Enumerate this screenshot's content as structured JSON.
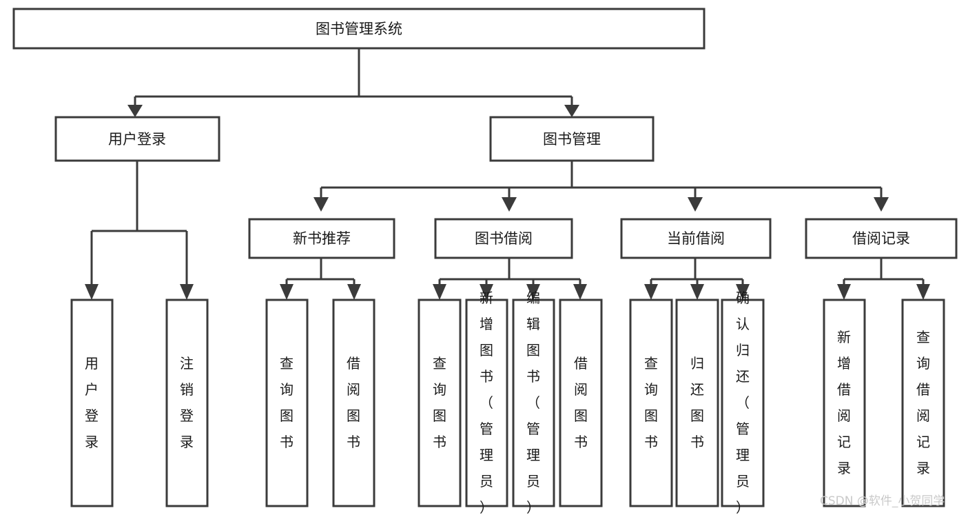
{
  "diagram": {
    "type": "tree-hierarchy",
    "title": "图书管理系统",
    "watermark": "CSDN @软件_小贺同学",
    "colors": {
      "stroke": "#3b3b3b",
      "fill": "#ffffff",
      "text": "#1a1a1a",
      "watermark": "#c9c9c9",
      "background": "#ffffff"
    },
    "root": {
      "label": "图书管理系统"
    },
    "level2": [
      {
        "label": "用户登录"
      },
      {
        "label": "图书管理"
      }
    ],
    "level3": [
      {
        "label": "新书推荐"
      },
      {
        "label": "图书借阅"
      },
      {
        "label": "当前借阅"
      },
      {
        "label": "借阅记录"
      }
    ],
    "leaves": {
      "user_login": [
        {
          "label": "用户登录"
        },
        {
          "label": "注销登录"
        }
      ],
      "new_book_recommend": [
        {
          "label": "查询图书"
        },
        {
          "label": "借阅图书"
        }
      ],
      "book_borrow": [
        {
          "label": "查询图书"
        },
        {
          "label": "新增图书（管理员）"
        },
        {
          "label": "编辑图书（管理员）"
        },
        {
          "label": "借阅图书"
        }
      ],
      "current_borrow": [
        {
          "label": "查询图书"
        },
        {
          "label": "归还图书"
        },
        {
          "label": "确认归还（管理员）"
        }
      ],
      "borrow_record": [
        {
          "label": "新增借阅记录"
        },
        {
          "label": "查询借阅记录"
        }
      ]
    }
  }
}
